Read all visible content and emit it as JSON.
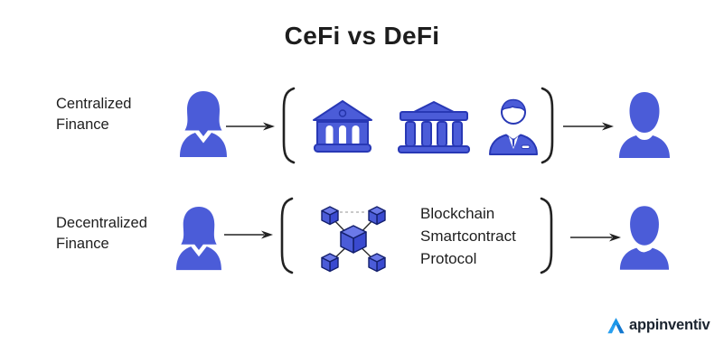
{
  "title": "CeFi vs DeFi",
  "cefi": {
    "label_line1": "Centralized",
    "label_line2": "Finance",
    "icons": {
      "actor": "female-user-icon",
      "intermediaries": [
        "bank-building-icon",
        "institution-temple-icon",
        "banker-icon"
      ],
      "receiver": "male-user-icon"
    }
  },
  "defi": {
    "label_line1": "Decentralized",
    "label_line2": "Finance",
    "annotation_line1": "Blockchain",
    "annotation_line2": "Smartcontract",
    "annotation_line3": "Protocol",
    "icons": {
      "actor": "female-user-icon",
      "intermediary": "blockchain-network-icon",
      "receiver": "male-user-icon"
    }
  },
  "logo": {
    "brand": "appinventiv",
    "mark": "appinventiv-a-icon"
  },
  "colors": {
    "icon_fill": "#4b5cd8",
    "icon_outline": "#2838b5",
    "cube_top": "#6b79e8",
    "cube_side": "#3a4ad0",
    "text": "#1e1e1e",
    "stroke": "#222222",
    "logo_blue": "#1b96e8",
    "background": "#ffffff"
  }
}
